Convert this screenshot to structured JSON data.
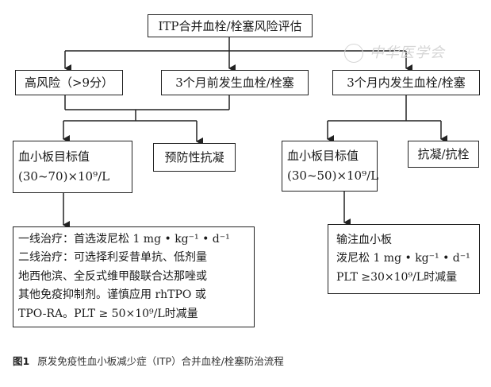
{
  "nodes": {
    "root": "ITP合并血栓/栓塞风险评估",
    "high_risk": "高风险（>9分）",
    "before3m": "3个月前发生血栓/栓塞",
    "within3m": "3个月内发生血栓/栓塞",
    "plt_target_left": [
      "血小板目标值",
      "(30~70)×10⁹/L"
    ],
    "prophylaxis": "预防性抗凝",
    "plt_target_right": [
      "血小板目标值",
      "(30~50)×10⁹/L"
    ],
    "anticoag": "抗凝/抗栓",
    "treat_left": [
      "一线治疗：首选泼尼松 1 mg • kg⁻¹ • d⁻¹",
      "二线治疗：可选择利妥昔单抗、低剂量",
      "地西他滨、全反式维甲酸联合达那唑或",
      "其他免疫抑制剂。谨慎应用  rhTPO 或",
      "TPO-RA。PLT ≥ 50×10⁹/L时减量"
    ],
    "treat_right": [
      "输注血小板",
      "泼尼松 1 mg • kg⁻¹ • d⁻¹",
      "PLT ≥30×10⁹/L时减量"
    ]
  },
  "caption": {
    "label": "图1",
    "text": "原发免疫性血小板减少症（ITP）合并血栓/栓塞防治流程"
  },
  "watermark": "中华医学会"
}
